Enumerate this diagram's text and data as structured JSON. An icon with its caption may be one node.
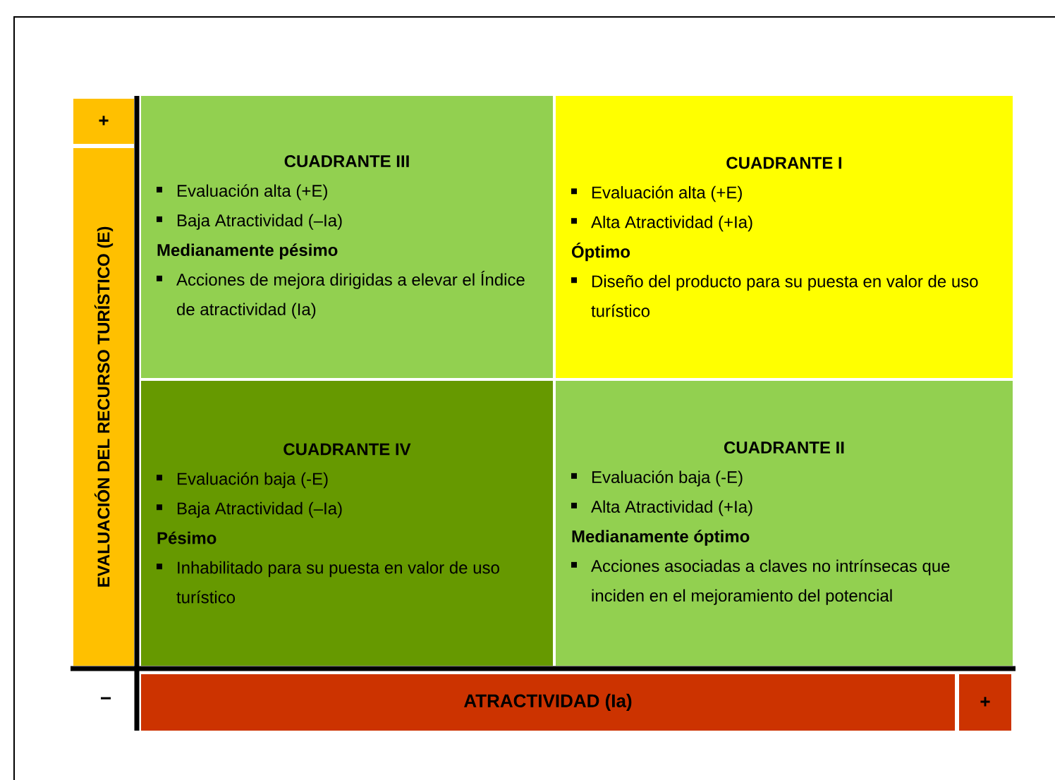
{
  "diagram": {
    "nodes": [
      {
        "text": [
          "+"
        ]
      },
      {
        "text": [
          "EVALUACIÓN DEL RECURSO TURÍSTICO (E)"
        ]
      },
      {
        "text": [
          "CUADRANTE III",
          "Evaluación alta (+E)",
          "Baja Atractividad (–Ia)",
          "Medianamente pésimo",
          "Acciones de mejora dirigidas a elevar el Índice de atractividad (Ia)"
        ]
      },
      {
        "text": [
          "CUADRANTE I",
          "Evaluación alta (+E)",
          "Alta Atractividad (+Ia)",
          "Óptimo",
          "Diseño del producto para su puesta en valor de uso turístico"
        ]
      },
      {
        "text": [
          "CUADRANTE IV",
          "Evaluación baja (-E)",
          "Baja Atractividad (–Ia)",
          "Pésimo",
          "Inhabilitado para su puesta en valor de uso turístico"
        ]
      },
      {
        "text": [
          "CUADRANTE II",
          "Evaluación baja (-E)",
          "Alta Atractividad (+Ia)",
          "Medianamente óptimo",
          "Acciones asociadas a claves no intrínsecas que inciden en el mejoramiento del potencial"
        ]
      },
      {
        "text": [
          "ATRACTIVIDAD (Ia)"
        ]
      },
      {
        "text": [
          "+"
        ]
      }
    ],
    "labels": [
      "−"
    ]
  }
}
